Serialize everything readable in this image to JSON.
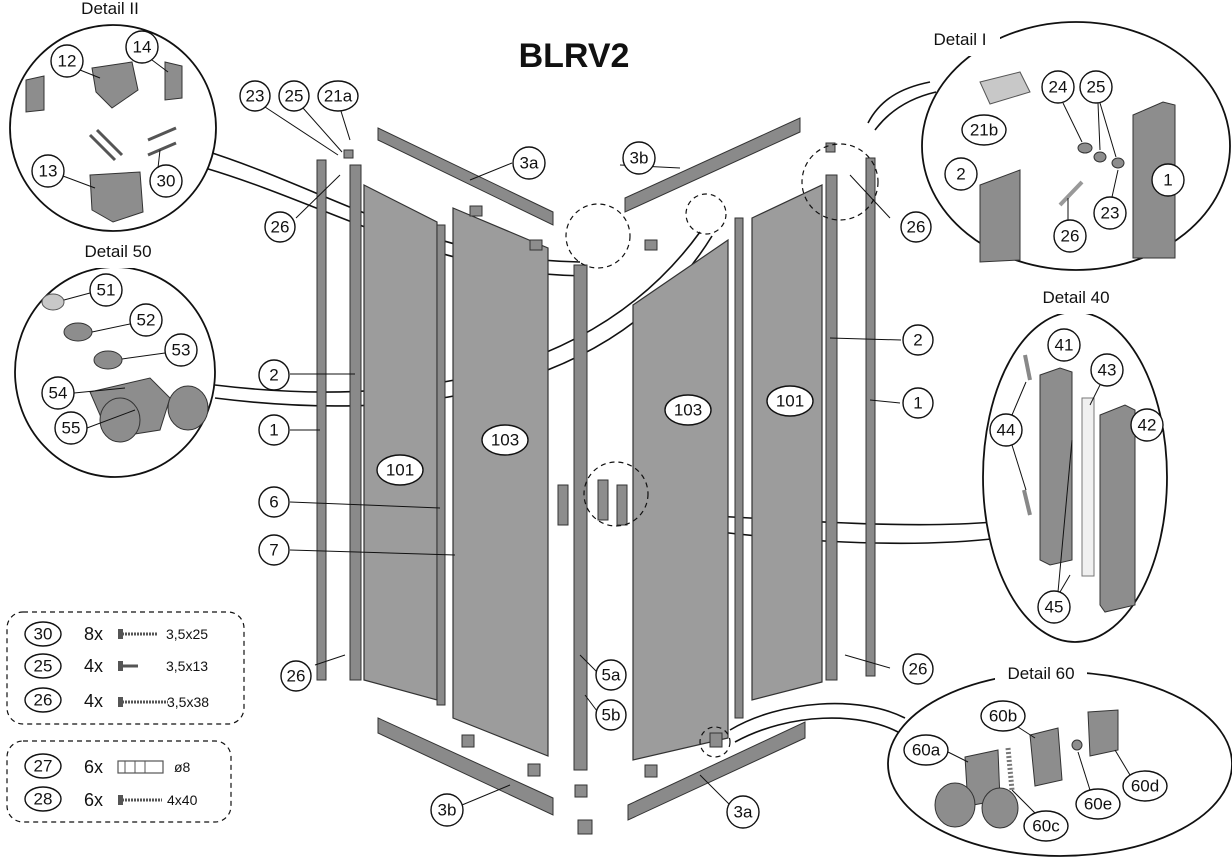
{
  "title": "BLRV2",
  "details": {
    "detail_ii": "Detail II",
    "detail_i": "Detail I",
    "detail_50": "Detail 50",
    "detail_40": "Detail 40",
    "detail_60": "Detail 60"
  },
  "labels": {
    "d2_12": "12",
    "d2_14": "14",
    "d2_13": "13",
    "d2_30": "30",
    "d1_24": "24",
    "d1_25": "25",
    "d1_21b": "21b",
    "d1_2": "2",
    "d1_1": "1",
    "d1_23": "23",
    "d1_26": "26",
    "d50_51": "51",
    "d50_52": "52",
    "d50_53": "53",
    "d50_54": "54",
    "d50_55": "55",
    "d40_41": "41",
    "d40_43": "43",
    "d40_44": "44",
    "d40_42": "42",
    "d40_45": "45",
    "d60_60b": "60b",
    "d60_60a": "60a",
    "d60_60d": "60d",
    "d60_60e": "60e",
    "d60_60c": "60c",
    "m_23": "23",
    "m_25": "25",
    "m_21a": "21a",
    "m_26_top_left": "26",
    "m_3a_top": "3a",
    "m_3b_top": "3b",
    "m_26_top_right": "26",
    "m_2_left": "2",
    "m_1_left": "1",
    "m_101_left": "101",
    "m_103_left": "103",
    "m_6": "6",
    "m_7": "7",
    "m_103_right": "103",
    "m_101_right": "101",
    "m_2_right": "2",
    "m_1_right": "1",
    "m_26_bottom_left": "26",
    "m_26_bottom_right": "26",
    "m_5a": "5a",
    "m_5b": "5b",
    "m_3b_bottom": "3b",
    "m_3a_bottom": "3a"
  },
  "hardware_box_1": [
    {
      "label": "30",
      "qty": "8x",
      "size": "3,5x25",
      "icon": "screw-icon"
    },
    {
      "label": "25",
      "qty": "4x",
      "size": "3,5x13",
      "icon": "short-screw-icon"
    },
    {
      "label": "26",
      "qty": "4x",
      "size": "3,5x38",
      "icon": "screw-icon"
    }
  ],
  "hardware_box_2": [
    {
      "label": "27",
      "qty": "6x",
      "size": "ø8",
      "icon": "wall-plug-icon"
    },
    {
      "label": "28",
      "qty": "6x",
      "size": "4x40",
      "icon": "screw-icon"
    }
  ],
  "colors": {
    "line": "#111111",
    "profile": "#8a8a8a",
    "glass": "#9c9c9c",
    "background": "#ffffff"
  }
}
